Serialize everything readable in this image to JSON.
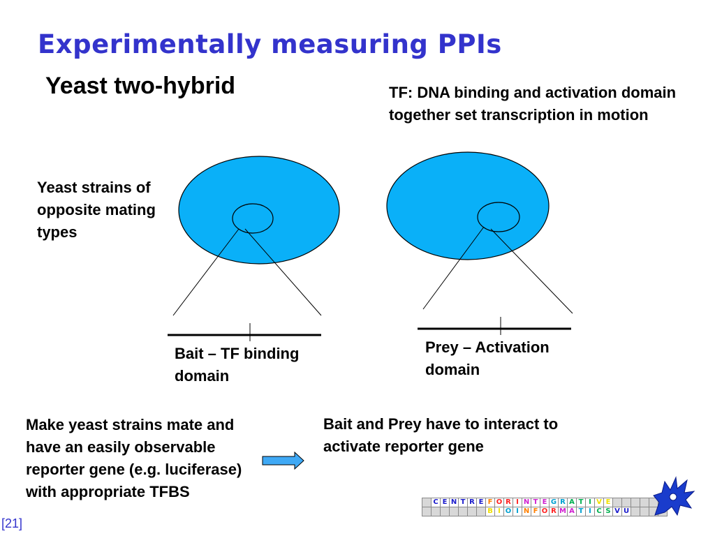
{
  "slide": {
    "title": "Experimentally measuring PPIs",
    "subtitle": "Yeast two-hybrid",
    "tf_note": "TF: DNA binding and activation domain together set transcription in motion",
    "strains_label": "Yeast strains of opposite mating types",
    "bait_label": "Bait – TF binding domain",
    "prey_label": "Prey – Activation domain",
    "mate_text": "Make yeast strains mate and have an easily observable reporter gene (e.g. luciferase) with appropriate TFBS",
    "interact_text": "Bait and Prey have to interact to activate reporter gene",
    "slide_number": "21"
  },
  "colors": {
    "title": "#3333cc",
    "cell_fill": "#0ab0f8",
    "arrow_fill": "#3fa9f5"
  },
  "logo": {
    "row1": [
      "C",
      "E",
      "N",
      "T",
      "R",
      "E",
      "F",
      "O",
      "R",
      "I",
      "N",
      "T",
      "E",
      "G",
      "R",
      "A",
      "T",
      "I",
      "V",
      "E"
    ],
    "row2": [
      "B",
      "I",
      "O",
      "I",
      "N",
      "F",
      "O",
      "R",
      "M",
      "A",
      "T",
      "I",
      "C",
      "S",
      "V",
      "U"
    ],
    "row1_colors": [
      "#1a1acc",
      "#1a1acc",
      "#1a1acc",
      "#1a1acc",
      "#1a1acc",
      "#1a1acc",
      "#ff7f00",
      "#ff2020",
      "#ff2020",
      "#ff2020",
      "#d020d0",
      "#d020d0",
      "#d020d0",
      "#00a0d0",
      "#00a0d0",
      "#00b050",
      "#00b050",
      "#00b050",
      "#f0e000",
      "#f0e000"
    ],
    "row2_colors": [
      "#f0e000",
      "#f0e000",
      "#00a0d0",
      "#00a0d0",
      "#ff7f00",
      "#ff7f00",
      "#ff2020",
      "#ff2020",
      "#d020d0",
      "#d020d0",
      "#00a0d0",
      "#00a0d0",
      "#00b050",
      "#00b050",
      "#1a1acc",
      "#1a1acc"
    ],
    "bird_icon": "vu-griffin-logo-icon"
  }
}
